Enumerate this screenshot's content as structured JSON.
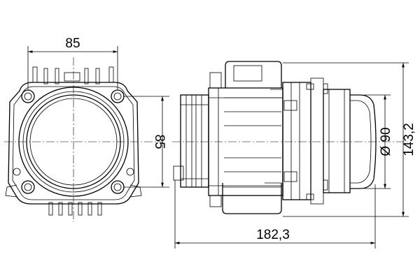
{
  "drawing": {
    "front_view": {
      "width_dimension": "85",
      "height_dimension": "85"
    },
    "side_view": {
      "length_dimension": "182,3",
      "lens_diameter_dimension": "Ø 90",
      "overall_height_dimension": "143,2"
    }
  }
}
